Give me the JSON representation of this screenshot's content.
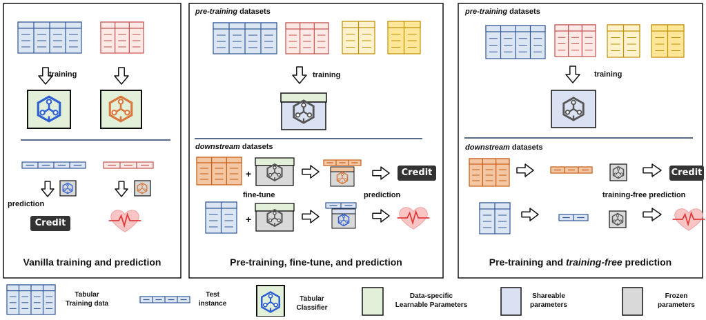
{
  "panels": {
    "vanilla": {
      "caption": "Vanilla training and prediction",
      "training_label": "training",
      "prediction_label": "prediction",
      "credit_label": "Credit"
    },
    "finetune": {
      "pretraining_label_italic": "pre-training",
      "pretraining_label_rest": " datasets",
      "training_label": "training",
      "downstream_label_italic": "downstream",
      "downstream_label_rest": " datasets",
      "finetune_label": "fine-tune",
      "prediction_label": "prediction",
      "credit_label": "Credit",
      "caption": "Pre-training, fine-tune, and prediction"
    },
    "trainingfree": {
      "pretraining_label_italic": "pre-training",
      "pretraining_label_rest": " datasets",
      "training_label": "training",
      "downstream_label_italic": "downstream",
      "downstream_label_rest": " datasets",
      "prediction_label": "training-free prediction",
      "credit_label": "Credit",
      "caption_part1": "Pre-training and ",
      "caption_italic": "training-free",
      "caption_part2": " prediction"
    }
  },
  "legend": {
    "tabular_training_data": [
      "Tabular",
      "Training data"
    ],
    "test_instance": [
      "Test",
      "instance"
    ],
    "tabular_classifier": [
      "Tabular",
      "Classifier"
    ],
    "data_specific": [
      "Data-specific",
      "Learnable Parameters"
    ],
    "shareable": [
      "Shareable",
      "parameters"
    ],
    "frozen": [
      "Frozen",
      "parameters"
    ]
  },
  "colors": {
    "blue_fill": "#dce6f2",
    "blue_stroke": "#2e5597",
    "pink_fill": "#fde9e5",
    "pink_stroke": "#c0504d",
    "orange_fill": "#f4c7a4",
    "orange_stroke": "#c55a11",
    "yellow_fill": "#fff2cc",
    "yellow_mid": "#ffe699",
    "yellow_stroke": "#bf9000",
    "green_fill": "#e2f0d9",
    "shareable_fill": "#d9e1f2",
    "frozen_fill": "#d9d9d9",
    "icon_blue": "#2e5fd3",
    "icon_orange": "#d9783c",
    "icon_grey": "#555555",
    "heart": "#f4a3a3",
    "divider": "#1f3864"
  }
}
